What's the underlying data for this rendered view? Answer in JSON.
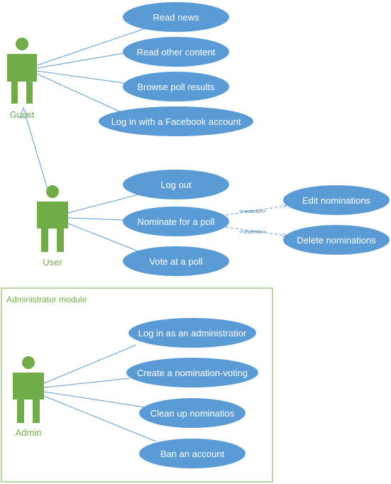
{
  "colors": {
    "actor": "#70AD47",
    "usecase_fill": "#5B9BD5",
    "usecase_text": "#ffffff",
    "line": "#5B9BD5",
    "module_border": "#70AD47"
  },
  "actors": [
    {
      "id": "guest",
      "label": "Guest"
    },
    {
      "id": "user",
      "label": "User"
    },
    {
      "id": "admin",
      "label": "Admin"
    }
  ],
  "module": {
    "label": "Administrator module"
  },
  "use_cases": [
    {
      "id": "read-news",
      "label": "Read news"
    },
    {
      "id": "read-other-content",
      "label": "Read other content"
    },
    {
      "id": "browse-poll-results",
      "label": "Browse poll results"
    },
    {
      "id": "login-facebook",
      "label": "Log in with a Facebook account"
    },
    {
      "id": "log-out",
      "label": "Log out"
    },
    {
      "id": "nominate-poll",
      "label": "Nominate for a poll"
    },
    {
      "id": "vote-poll",
      "label": "Vote at  a poll"
    },
    {
      "id": "edit-nominations",
      "label": "Edit  nominations"
    },
    {
      "id": "delete-nominations",
      "label": "Delete nominations"
    },
    {
      "id": "login-admin",
      "label": "Log in as an administratior"
    },
    {
      "id": "create-nomination-voting",
      "label": "Create a nomination-voting"
    },
    {
      "id": "clean-up-nominations",
      "label": "Clean up nominatios"
    },
    {
      "id": "ban-account",
      "label": "Ban an account"
    }
  ],
  "relations": {
    "extend_label": "<<extend>>"
  }
}
